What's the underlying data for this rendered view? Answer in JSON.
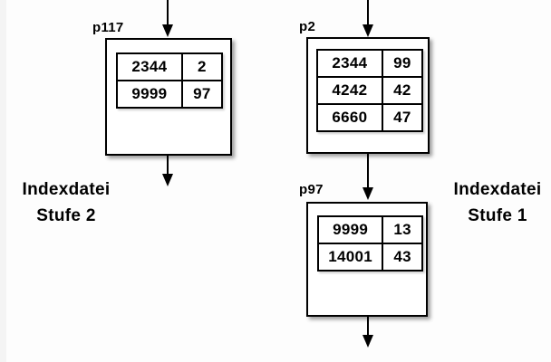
{
  "colors": {
    "ink": "#000000",
    "box_fill": "#ffffff",
    "background": "#fdfdfd"
  },
  "side_labels": {
    "level2": {
      "line1": "Indexdatei",
      "line2": "Stufe 2"
    },
    "level1": {
      "line1": "Indexdatei",
      "line2": "Stufe 1"
    }
  },
  "nodes": [
    {
      "id": "p117",
      "rows": [
        {
          "key": "2344",
          "ptr": "2"
        },
        {
          "key": "9999",
          "ptr": "97"
        }
      ]
    },
    {
      "id": "p2",
      "rows": [
        {
          "key": "2344",
          "ptr": "99"
        },
        {
          "key": "4242",
          "ptr": "42"
        },
        {
          "key": "6660",
          "ptr": "47"
        }
      ]
    },
    {
      "id": "p97",
      "rows": [
        {
          "key": "9999",
          "ptr": "13"
        },
        {
          "key": "14001",
          "ptr": "43"
        }
      ]
    }
  ]
}
